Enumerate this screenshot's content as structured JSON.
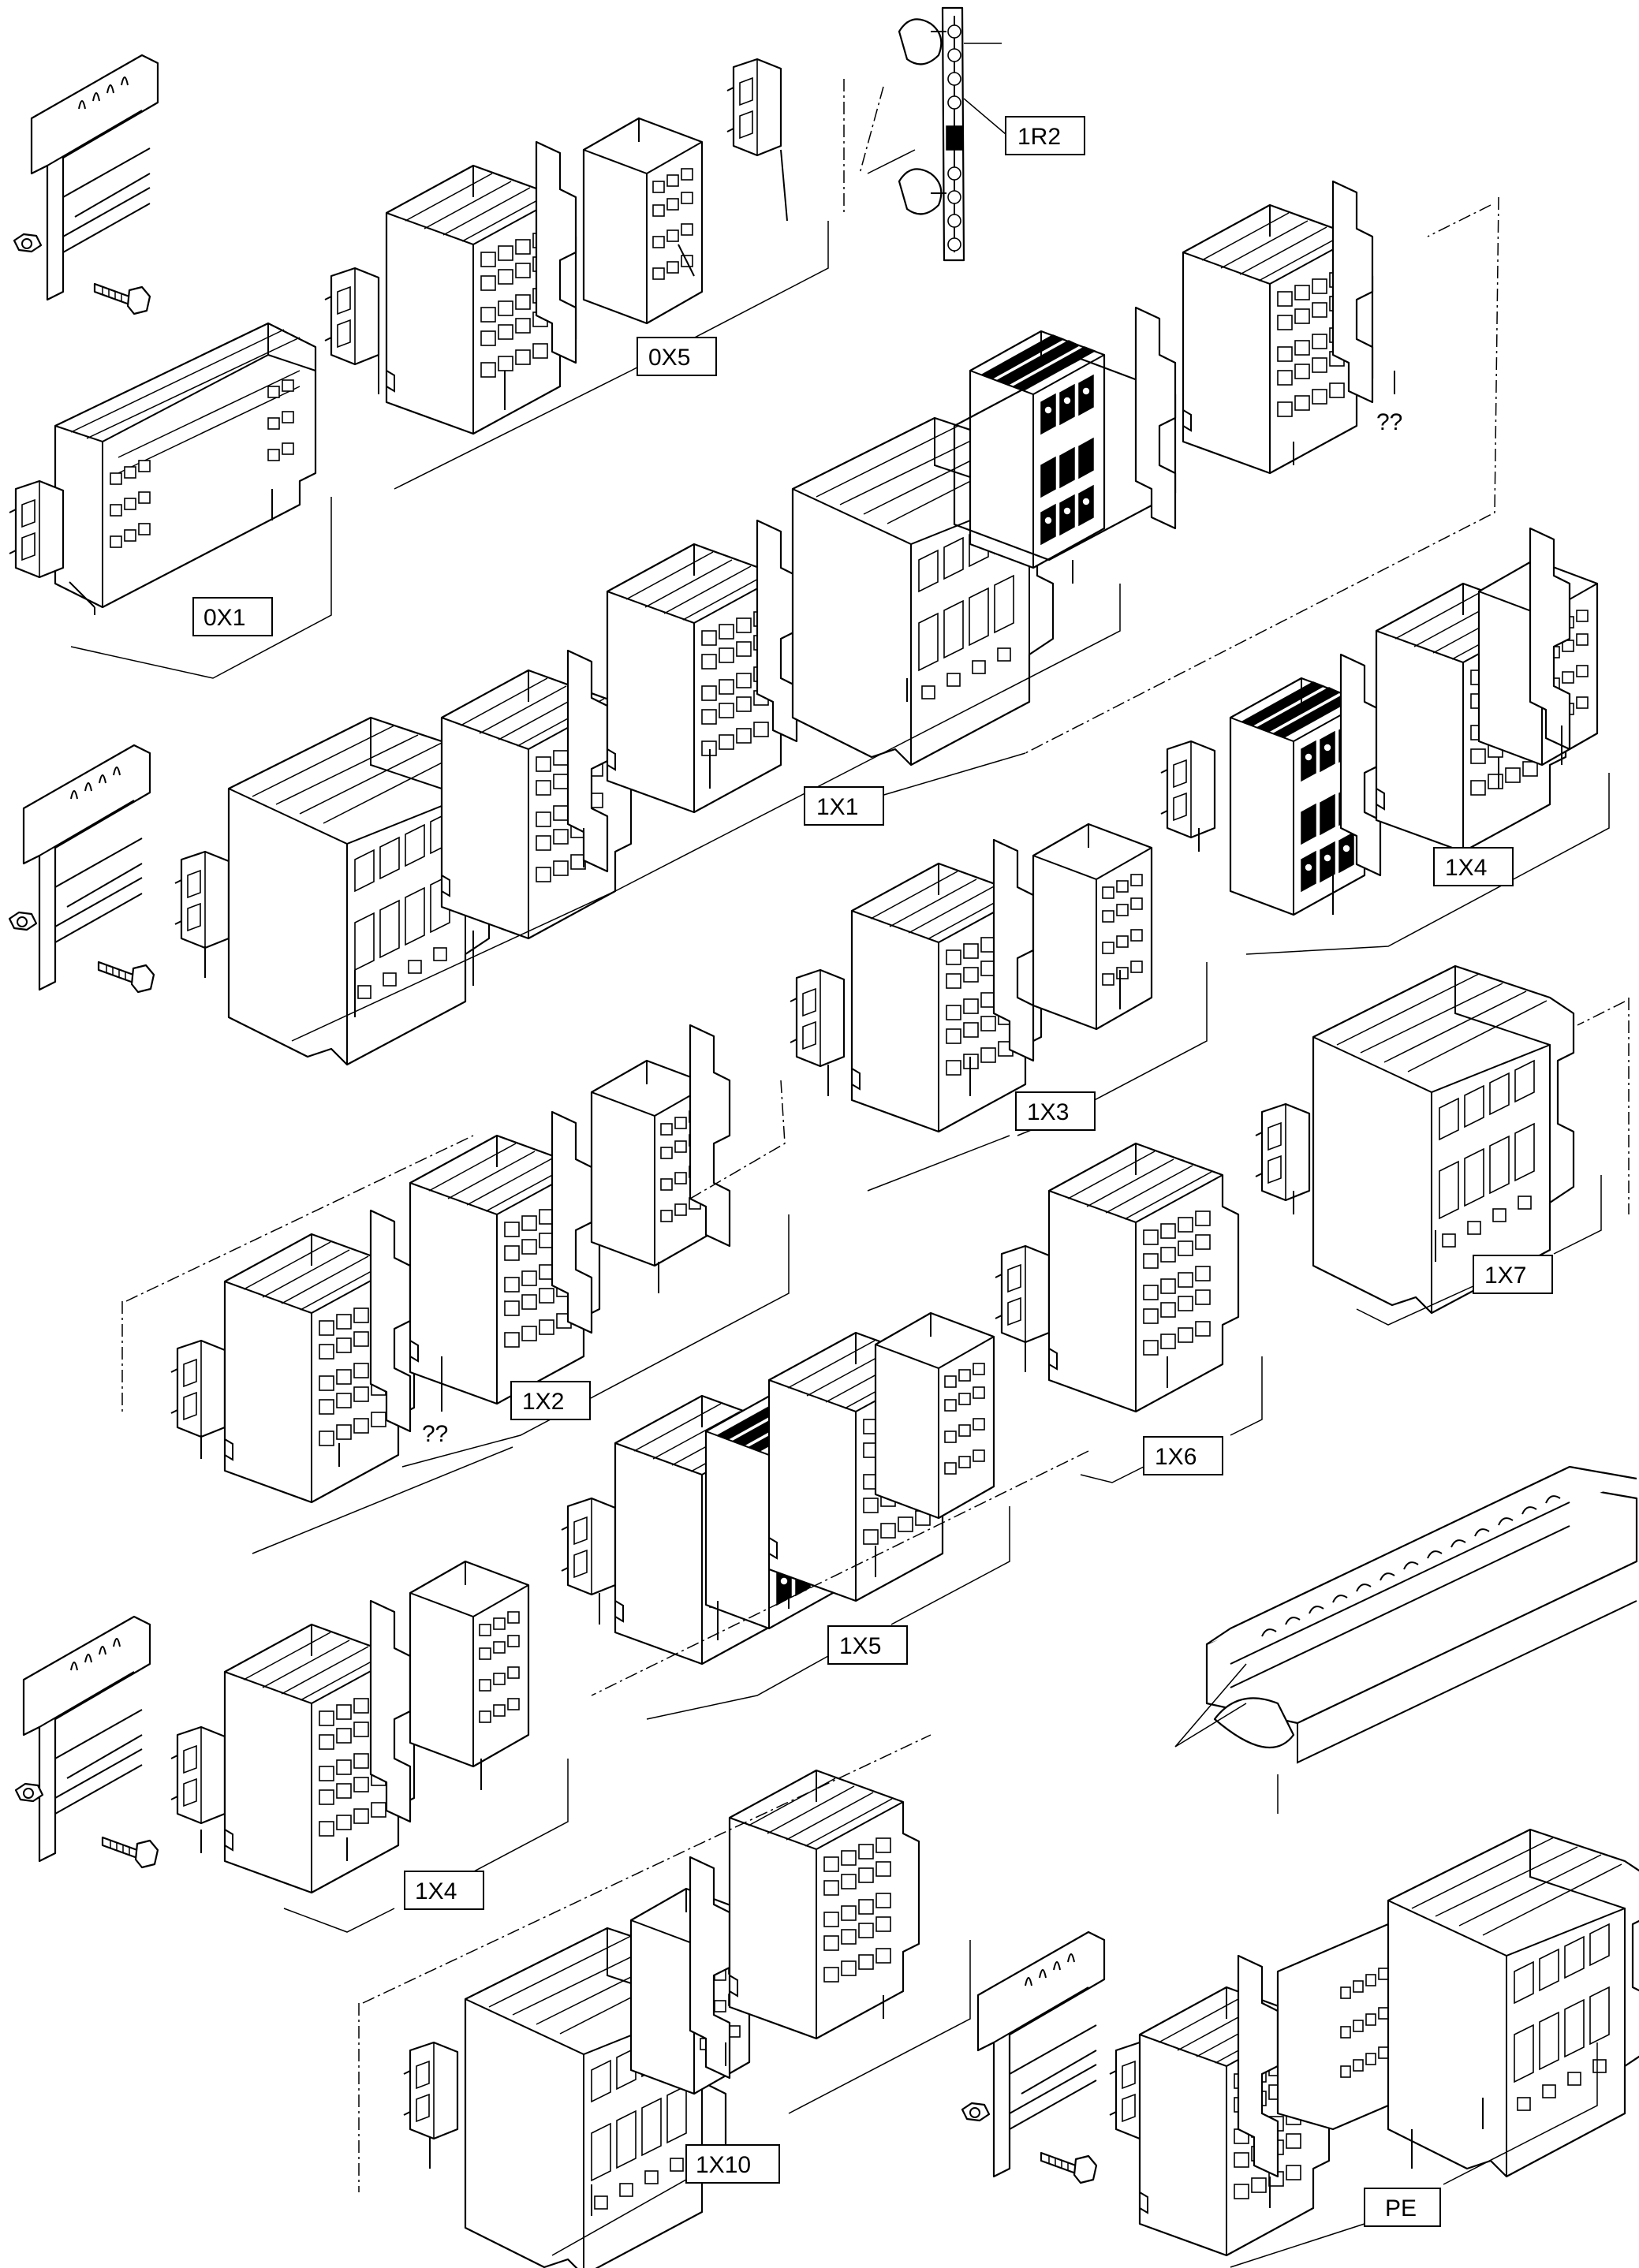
{
  "diagram": {
    "labels": {
      "l_1r2": "1R2",
      "l_0x5": "0X5",
      "l_0x1": "0X1",
      "l_1x1": "1X1",
      "l_1x4a": "1X4",
      "l_1x3": "1X3",
      "l_1x7": "1X7",
      "l_1x2": "1X2",
      "l_1x6": "1X6",
      "l_1x5": "1X5",
      "l_1x4b": "1X4",
      "l_1x10": "1X10",
      "l_pe": "PE"
    },
    "unknowns": {
      "q1": "??",
      "q2": "??"
    }
  }
}
